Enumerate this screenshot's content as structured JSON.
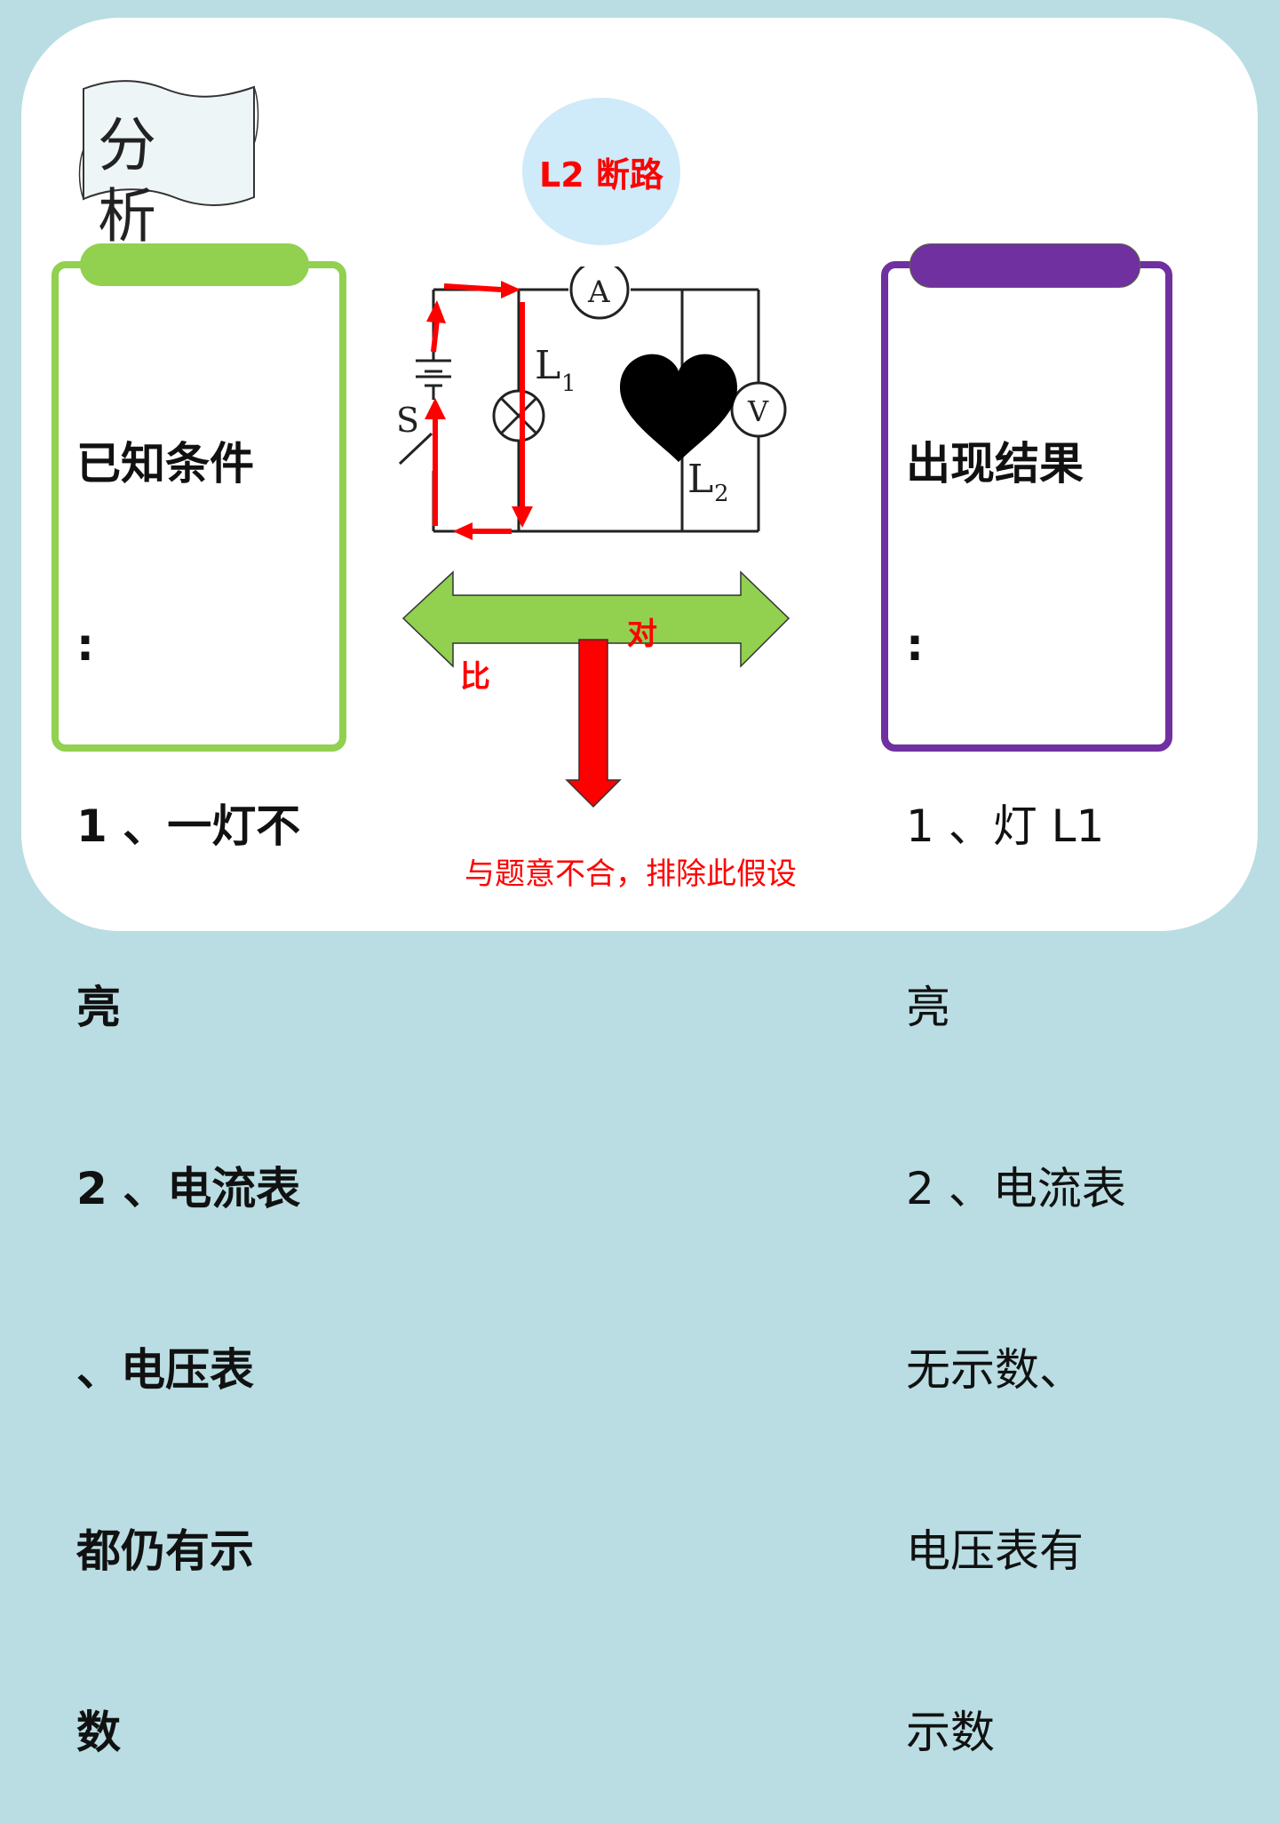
{
  "badge": {
    "title": "分 析"
  },
  "hypothesis": {
    "text": "L2 断路"
  },
  "known": {
    "heading": "已知条件",
    "lines": [
      "已知条件",
      ":",
      "1 、一灯不",
      "亮",
      "2 、电流表",
      "、电压表",
      "都仍有示",
      "数"
    ]
  },
  "result": {
    "lines": [
      "出现结果",
      ":",
      "1 、灯 L1",
      "亮",
      "2 、电流表",
      "无示数、",
      "电压表有",
      "示数"
    ]
  },
  "circuit": {
    "ammeter": "A",
    "voltmeter": "V",
    "switch": "S",
    "lamp1": "L",
    "lamp1_sub": "1",
    "lamp2": "L",
    "lamp2_sub": "2"
  },
  "compare": {
    "left_char": "比",
    "right_char": "对"
  },
  "conclusion": "与题意不合，排除此假设",
  "colors": {
    "background": "#b9dde2",
    "green": "#92d050",
    "purple": "#7030a0",
    "red": "#ff0000",
    "circle": "#cfeaf8"
  }
}
